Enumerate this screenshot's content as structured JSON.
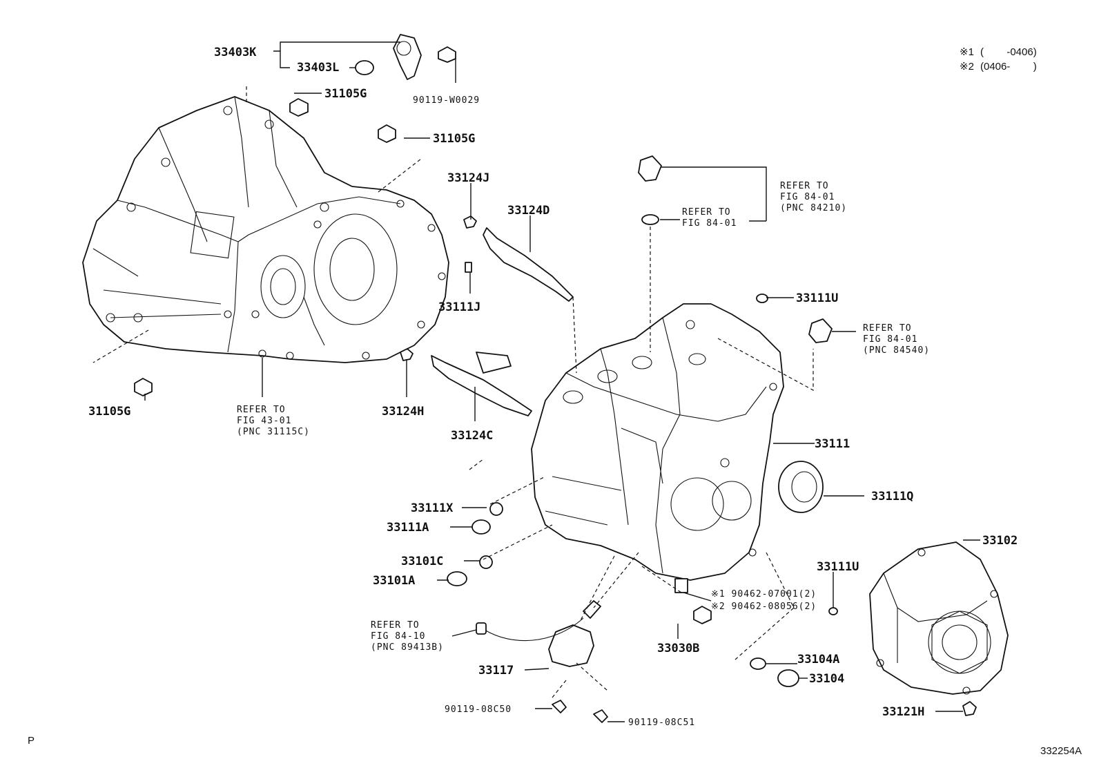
{
  "notes": {
    "note1_mark": "※1",
    "note1_range": "(        -0406)",
    "note2_mark": "※2",
    "note2_range": "(0406-        )"
  },
  "labels": {
    "p_33403K": "33403K",
    "p_33403L": "33403L",
    "p_90119W0029": "90119-W0029",
    "p_31105G_a": "31105G",
    "p_31105G_b": "31105G",
    "p_31105G_c": "31105G",
    "p_33124J": "33124J",
    "p_33124D": "33124D",
    "p_33111J": "33111J",
    "p_33124H": "33124H",
    "p_33124C": "33124C",
    "p_33111U_a": "33111U",
    "p_33111U_b": "33111U",
    "p_33111": "33111",
    "p_33111Q": "33111Q",
    "p_33102": "33102",
    "p_33111X": "33111X",
    "p_33111A": "33111A",
    "p_33101C": "33101C",
    "p_33101A": "33101A",
    "p_33030B": "33030B",
    "p_33104A": "33104A",
    "p_33104": "33104",
    "p_33121H": "33121H",
    "p_33117": "33117",
    "p_90119_08C50": "90119-08C50",
    "p_90119_08C51": "90119-08C51",
    "p_90462_1": "※1 90462-07001(2)",
    "p_90462_2": "※2 90462-08056(2)"
  },
  "refs": {
    "ref_84210": [
      "REFER TO",
      "FIG 84-01",
      "(PNC 84210)"
    ],
    "ref_84_01": [
      "REFER TO",
      "FIG 84-01"
    ],
    "ref_84540": [
      "REFER TO",
      "FIG 84-01",
      "(PNC 84540)"
    ],
    "ref_31115C": [
      "REFER TO",
      "FIG 43-01",
      "(PNC 31115C)"
    ],
    "ref_89413B": [
      "REFER TO",
      "FIG 84-10",
      "(PNC 89413B)"
    ]
  },
  "footer": {
    "page_mark": "P",
    "drawing_number": "332254A"
  }
}
